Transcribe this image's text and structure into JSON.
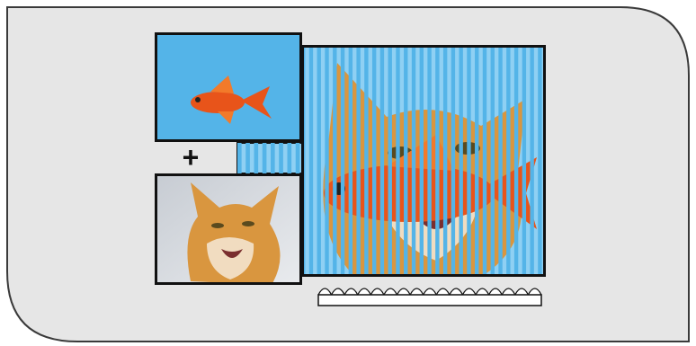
{
  "diagram": {
    "operator_symbol": "+",
    "colors": {
      "panel_fill": "#e6e6e6",
      "panel_border": "#3a3a3a",
      "frame_border": "#111111",
      "sky_blue": "#54b4e8",
      "stripe_light": "#8fd0f3",
      "cat_fur": "#d9963f",
      "fish_orange": "#e8541a",
      "lens_sheet": "#ffffff"
    },
    "icons": {
      "fish_photo": "goldfish-photo-icon",
      "cat_photo": "orange-cat-photo-icon",
      "composite": "interlaced-lenticular-image",
      "lens": "lenticular-lens-sheet-icon"
    },
    "composite": {
      "stripe_count": 31
    },
    "lens": {
      "lenslet_count": 17
    }
  }
}
